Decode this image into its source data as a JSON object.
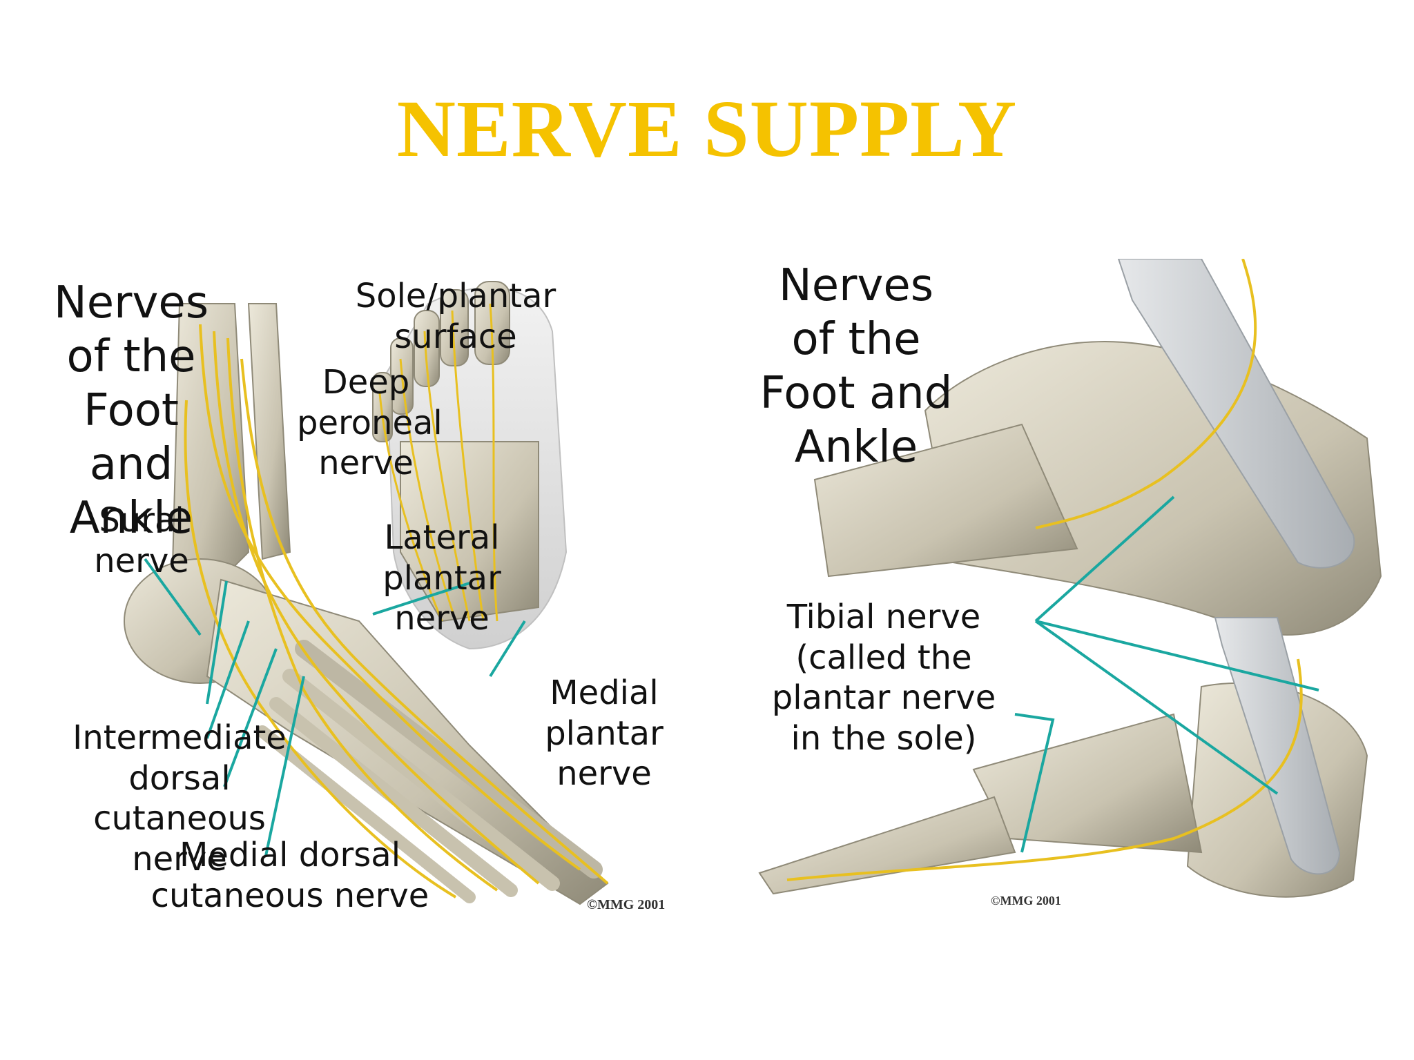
{
  "slide": {
    "title": "NERVE SUPPLY"
  },
  "left_figure": {
    "heading": "Nerves\nof the\nFoot and\nAnkle",
    "labels": {
      "sole_plantar": "Sole/plantar\nsurface",
      "deep_peroneal": "Deep\nperoneal\nnerve",
      "sural": "Sural\nnerve",
      "lateral_plantar": "Lateral\nplantar\nnerve",
      "medial_plantar": "Medial\nplantar\nnerve",
      "intermediate_dorsal": "Intermediate\ndorsal\ncutaneous nerve",
      "medial_dorsal": "Medial dorsal\ncutaneous nerve"
    },
    "copyright": "©MMG 2001"
  },
  "right_figure": {
    "heading": "Nerves\nof the\nFoot and\nAnkle",
    "labels": {
      "tibial": "Tibial nerve\n(called the\nplantar nerve\nin the sole)"
    },
    "copyright": "©MMG 2001"
  },
  "colors": {
    "title": "#f5c200",
    "bone": "#d8d3c2",
    "bone_shadow": "#a8a290",
    "nerve": "#e8c020",
    "leader": "#1aa7a0",
    "tendon": "#c8cccf"
  }
}
